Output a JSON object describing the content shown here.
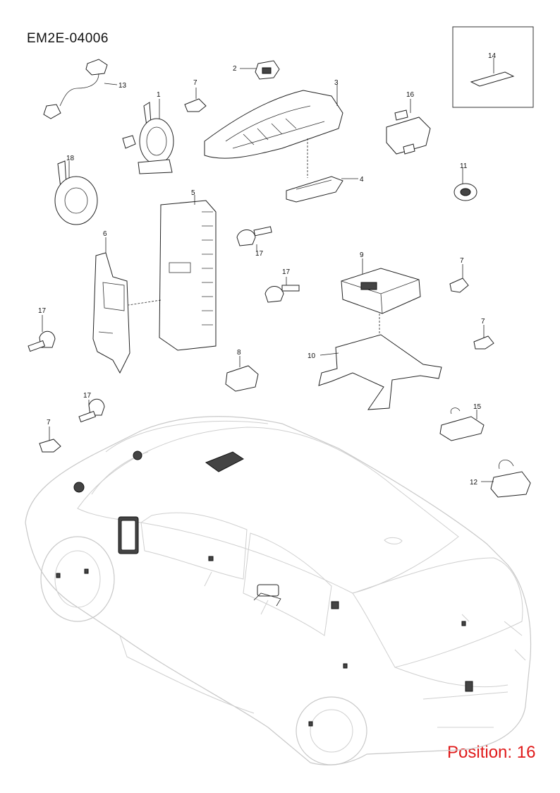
{
  "header": {
    "doc_code": "EM2E-04006"
  },
  "footer": {
    "position_label": "Position: 16"
  },
  "callouts": {
    "c1": "1",
    "c2": "2",
    "c3": "3",
    "c4": "4",
    "c5": "5",
    "c6": "6",
    "c7a": "7",
    "c7b": "7",
    "c7c": "7",
    "c7d": "7",
    "c8": "8",
    "c9": "9",
    "c10": "10",
    "c11": "11",
    "c12": "12",
    "c13": "13",
    "c14": "14",
    "c15": "15",
    "c16": "16",
    "c17a": "17",
    "c17b": "17",
    "c17c": "17",
    "c17d": "17",
    "c18": "18"
  }
}
